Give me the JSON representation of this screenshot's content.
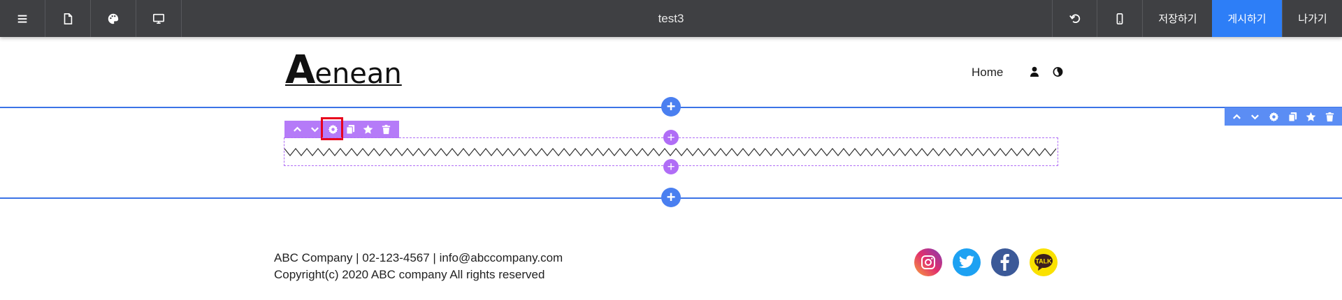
{
  "editor": {
    "document_title": "test3",
    "left_tools": [
      {
        "icon": "menu-icon"
      },
      {
        "icon": "page-icon"
      },
      {
        "icon": "palette-icon"
      },
      {
        "icon": "desktop-icon"
      }
    ],
    "right_tools": {
      "undo_icon": "undo-icon",
      "mobile_icon": "mobile-icon",
      "save_label": "저장하기",
      "publish_label": "게시하기",
      "exit_label": "나가기"
    },
    "colors": {
      "toolbar_bg": "#3f4043",
      "publish_bg": "#2d7ef7",
      "section_accent": "#3b73e6",
      "block_accent": "#b57bf8",
      "highlight": "#e8001c"
    }
  },
  "site": {
    "logo": {
      "initial": "A",
      "rest": "enean"
    },
    "nav": {
      "home_label": "Home",
      "icons": [
        "user-icon",
        "globe-icon"
      ]
    }
  },
  "section_toolbar": [
    "chevron-up-icon",
    "chevron-down-icon",
    "gear-icon",
    "copy-icon",
    "star-icon",
    "trash-icon"
  ],
  "block_toolbar": [
    "chevron-up-icon",
    "chevron-down-icon",
    "gear-icon",
    "copy-icon",
    "star-icon",
    "trash-icon"
  ],
  "footer": {
    "contact_line": "ABC Company | 02-123-4567 | info@abccompany.com",
    "copyright": "Copyright(c) 2020 ABC company All rights reserved",
    "social": [
      "instagram-icon",
      "twitter-icon",
      "facebook-icon",
      "kakaotalk-icon"
    ],
    "kakao_label": "TALK"
  }
}
